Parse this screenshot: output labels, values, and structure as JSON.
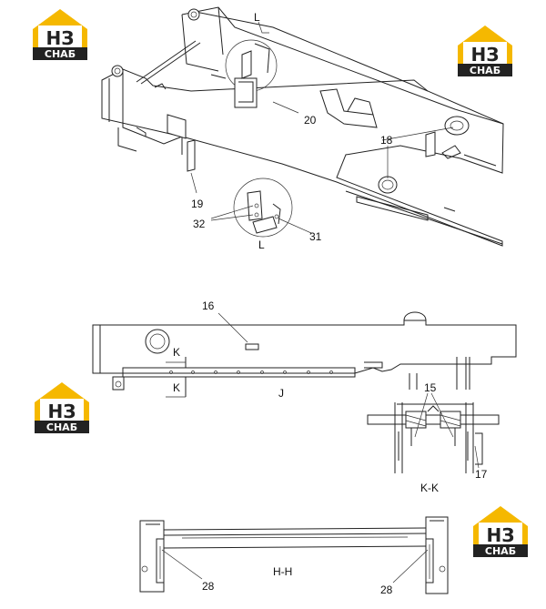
{
  "logo": {
    "mark": "НЗ",
    "word": "СНАБ",
    "colors": {
      "yellow": "#f5b800",
      "dark": "#222222"
    }
  },
  "labels": {
    "L_top": "L",
    "n20": "20",
    "n18": "18",
    "n19": "19",
    "n32": "32",
    "n31": "31",
    "L_bottom": "L",
    "n16": "16",
    "K_top": "K",
    "K_bottom": "K",
    "J": "J",
    "n15": "15",
    "n17": "17",
    "KK": "K-K",
    "HH": "H-H",
    "n28_left": "28",
    "n28_right": "28"
  }
}
